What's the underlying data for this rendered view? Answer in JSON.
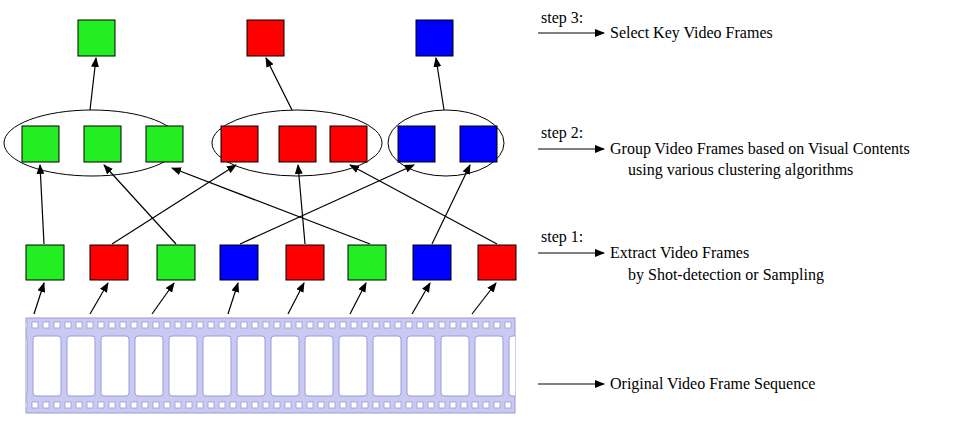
{
  "diagram": {
    "labels": [
      "step 3:",
      "Select Key Video Frames",
      "step 2:",
      "Group Video Frames based on Visual Contents",
      "using various clustering algorithms",
      "step 1:",
      "Extract Video Frames",
      "by Shot-detection or Sampling",
      "Original Video Frame Sequence"
    ]
  }
}
